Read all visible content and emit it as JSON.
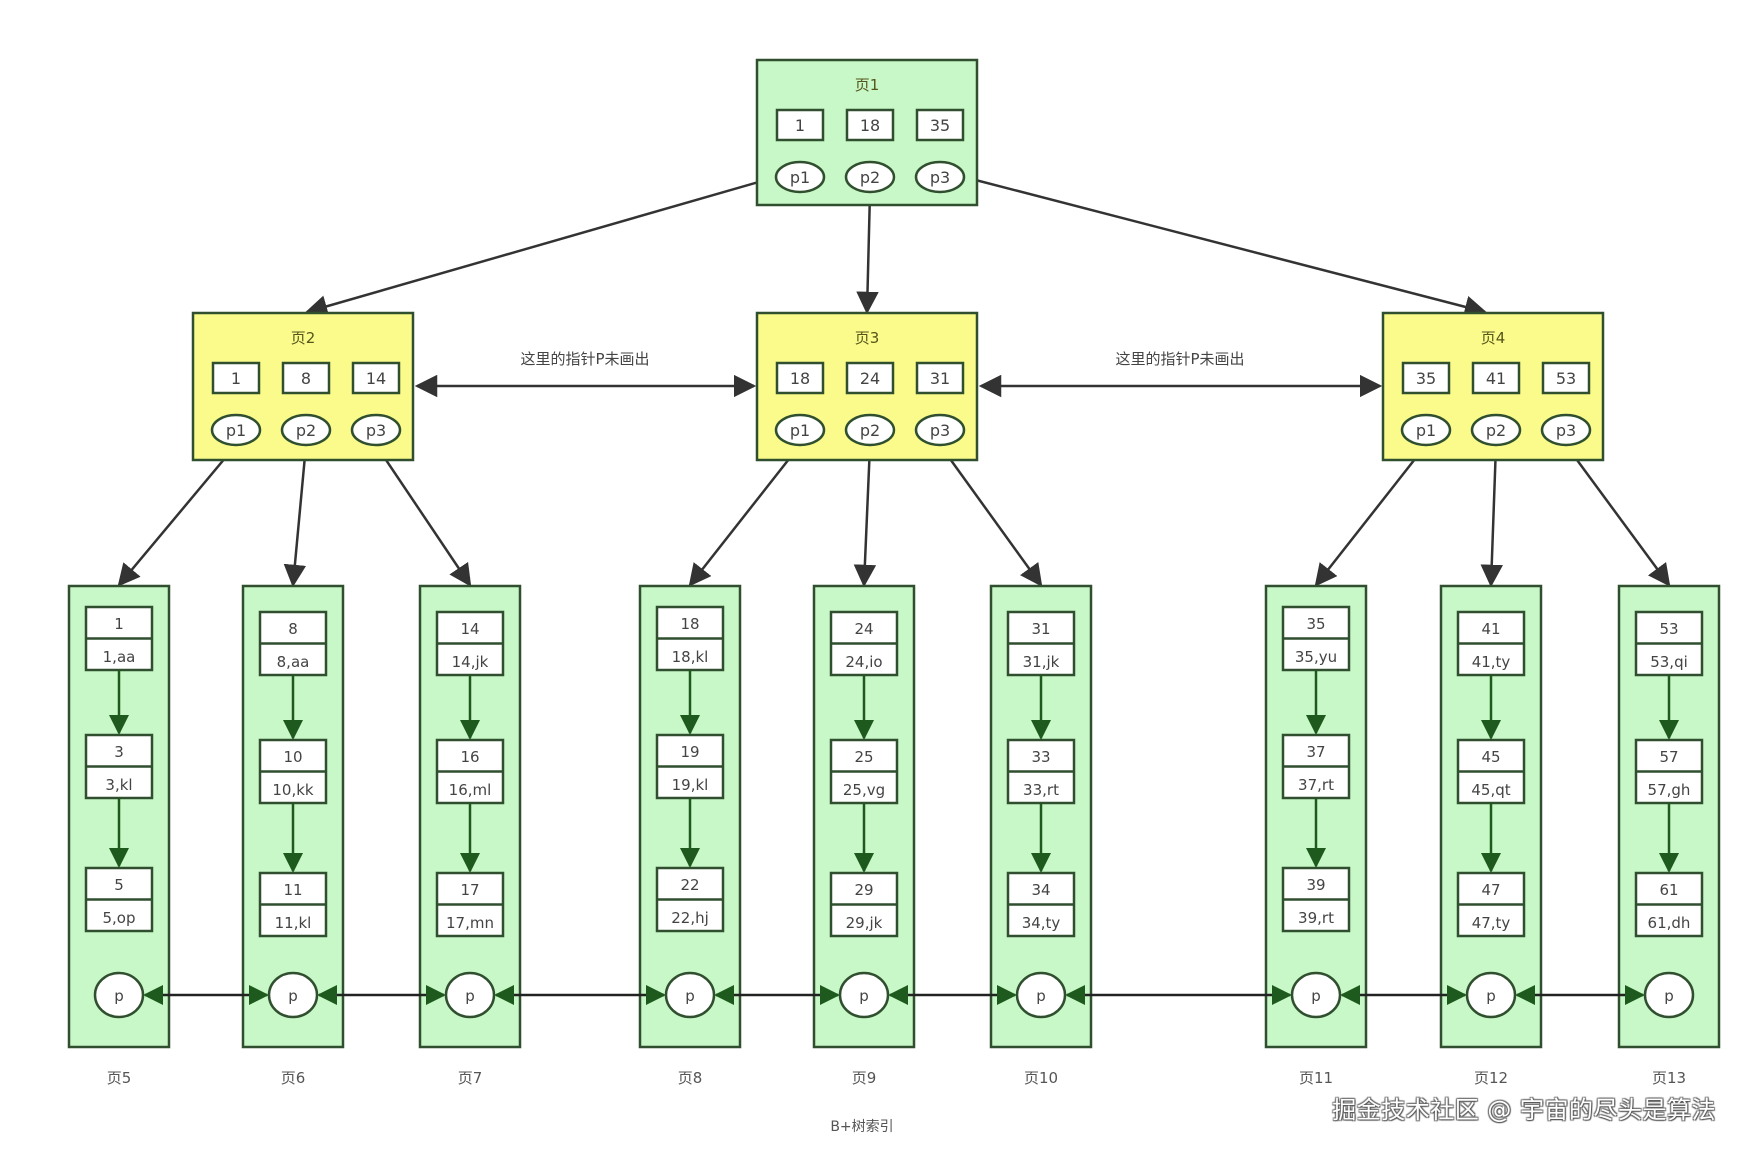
{
  "diagram": {
    "caption": "B+树索引",
    "watermark": "掘金技术社区 @ 宇宙的尽头是算法",
    "colors": {
      "root_fill": "#c8f7c8",
      "internal_fill": "#fbfb8c",
      "leaf_fill": "#c8f7c8",
      "border": "#2f4f2f",
      "leaf_arrow": "#1e5a1e",
      "tree_arrow": "#333333"
    },
    "root": {
      "id": "page1",
      "label": "页1",
      "keys": [
        "1",
        "18",
        "35"
      ],
      "pointers": [
        "p1",
        "p2",
        "p3"
      ]
    },
    "internal": [
      {
        "id": "page2",
        "label": "页2",
        "keys": [
          "1",
          "8",
          "14"
        ],
        "pointers": [
          "p1",
          "p2",
          "p3"
        ]
      },
      {
        "id": "page3",
        "label": "页3",
        "keys": [
          "18",
          "24",
          "31"
        ],
        "pointers": [
          "p1",
          "p2",
          "p3"
        ]
      },
      {
        "id": "page4",
        "label": "页4",
        "keys": [
          "35",
          "41",
          "53"
        ],
        "pointers": [
          "p1",
          "p2",
          "p3"
        ]
      }
    ],
    "sibling_notes": [
      "这里的指针P未画出",
      "这里的指针P未画出"
    ],
    "leaves": [
      {
        "id": "page5",
        "label": "页5",
        "records": [
          {
            "key": "1",
            "value": "1,aa"
          },
          {
            "key": "3",
            "value": "3,kl"
          },
          {
            "key": "5",
            "value": "5,op"
          }
        ],
        "pointer": "p"
      },
      {
        "id": "page6",
        "label": "页6",
        "records": [
          {
            "key": "8",
            "value": "8,aa"
          },
          {
            "key": "10",
            "value": "10,kk"
          },
          {
            "key": "11",
            "value": "11,kl"
          }
        ],
        "pointer": "p"
      },
      {
        "id": "page7",
        "label": "页7",
        "records": [
          {
            "key": "14",
            "value": "14,jk"
          },
          {
            "key": "16",
            "value": "16,ml"
          },
          {
            "key": "17",
            "value": "17,mn"
          }
        ],
        "pointer": "p"
      },
      {
        "id": "page8",
        "label": "页8",
        "records": [
          {
            "key": "18",
            "value": "18,kl"
          },
          {
            "key": "19",
            "value": "19,kl"
          },
          {
            "key": "22",
            "value": "22,hj"
          }
        ],
        "pointer": "p"
      },
      {
        "id": "page9",
        "label": "页9",
        "records": [
          {
            "key": "24",
            "value": "24,io"
          },
          {
            "key": "25",
            "value": "25,vg"
          },
          {
            "key": "29",
            "value": "29,jk"
          }
        ],
        "pointer": "p"
      },
      {
        "id": "page10",
        "label": "页10",
        "records": [
          {
            "key": "31",
            "value": "31,jk"
          },
          {
            "key": "33",
            "value": "33,rt"
          },
          {
            "key": "34",
            "value": "34,ty"
          }
        ],
        "pointer": "p"
      },
      {
        "id": "page11",
        "label": "页11",
        "records": [
          {
            "key": "35",
            "value": "35,yu"
          },
          {
            "key": "37",
            "value": "37,rt"
          },
          {
            "key": "39",
            "value": "39,rt"
          }
        ],
        "pointer": "p"
      },
      {
        "id": "page12",
        "label": "页12",
        "records": [
          {
            "key": "41",
            "value": "41,ty"
          },
          {
            "key": "45",
            "value": "45,qt"
          },
          {
            "key": "47",
            "value": "47,ty"
          }
        ],
        "pointer": "p"
      },
      {
        "id": "page13",
        "label": "页13",
        "records": [
          {
            "key": "53",
            "value": "53,qi"
          },
          {
            "key": "57",
            "value": "57,gh"
          },
          {
            "key": "61",
            "value": "61,dh"
          }
        ],
        "pointer": "p"
      }
    ]
  }
}
